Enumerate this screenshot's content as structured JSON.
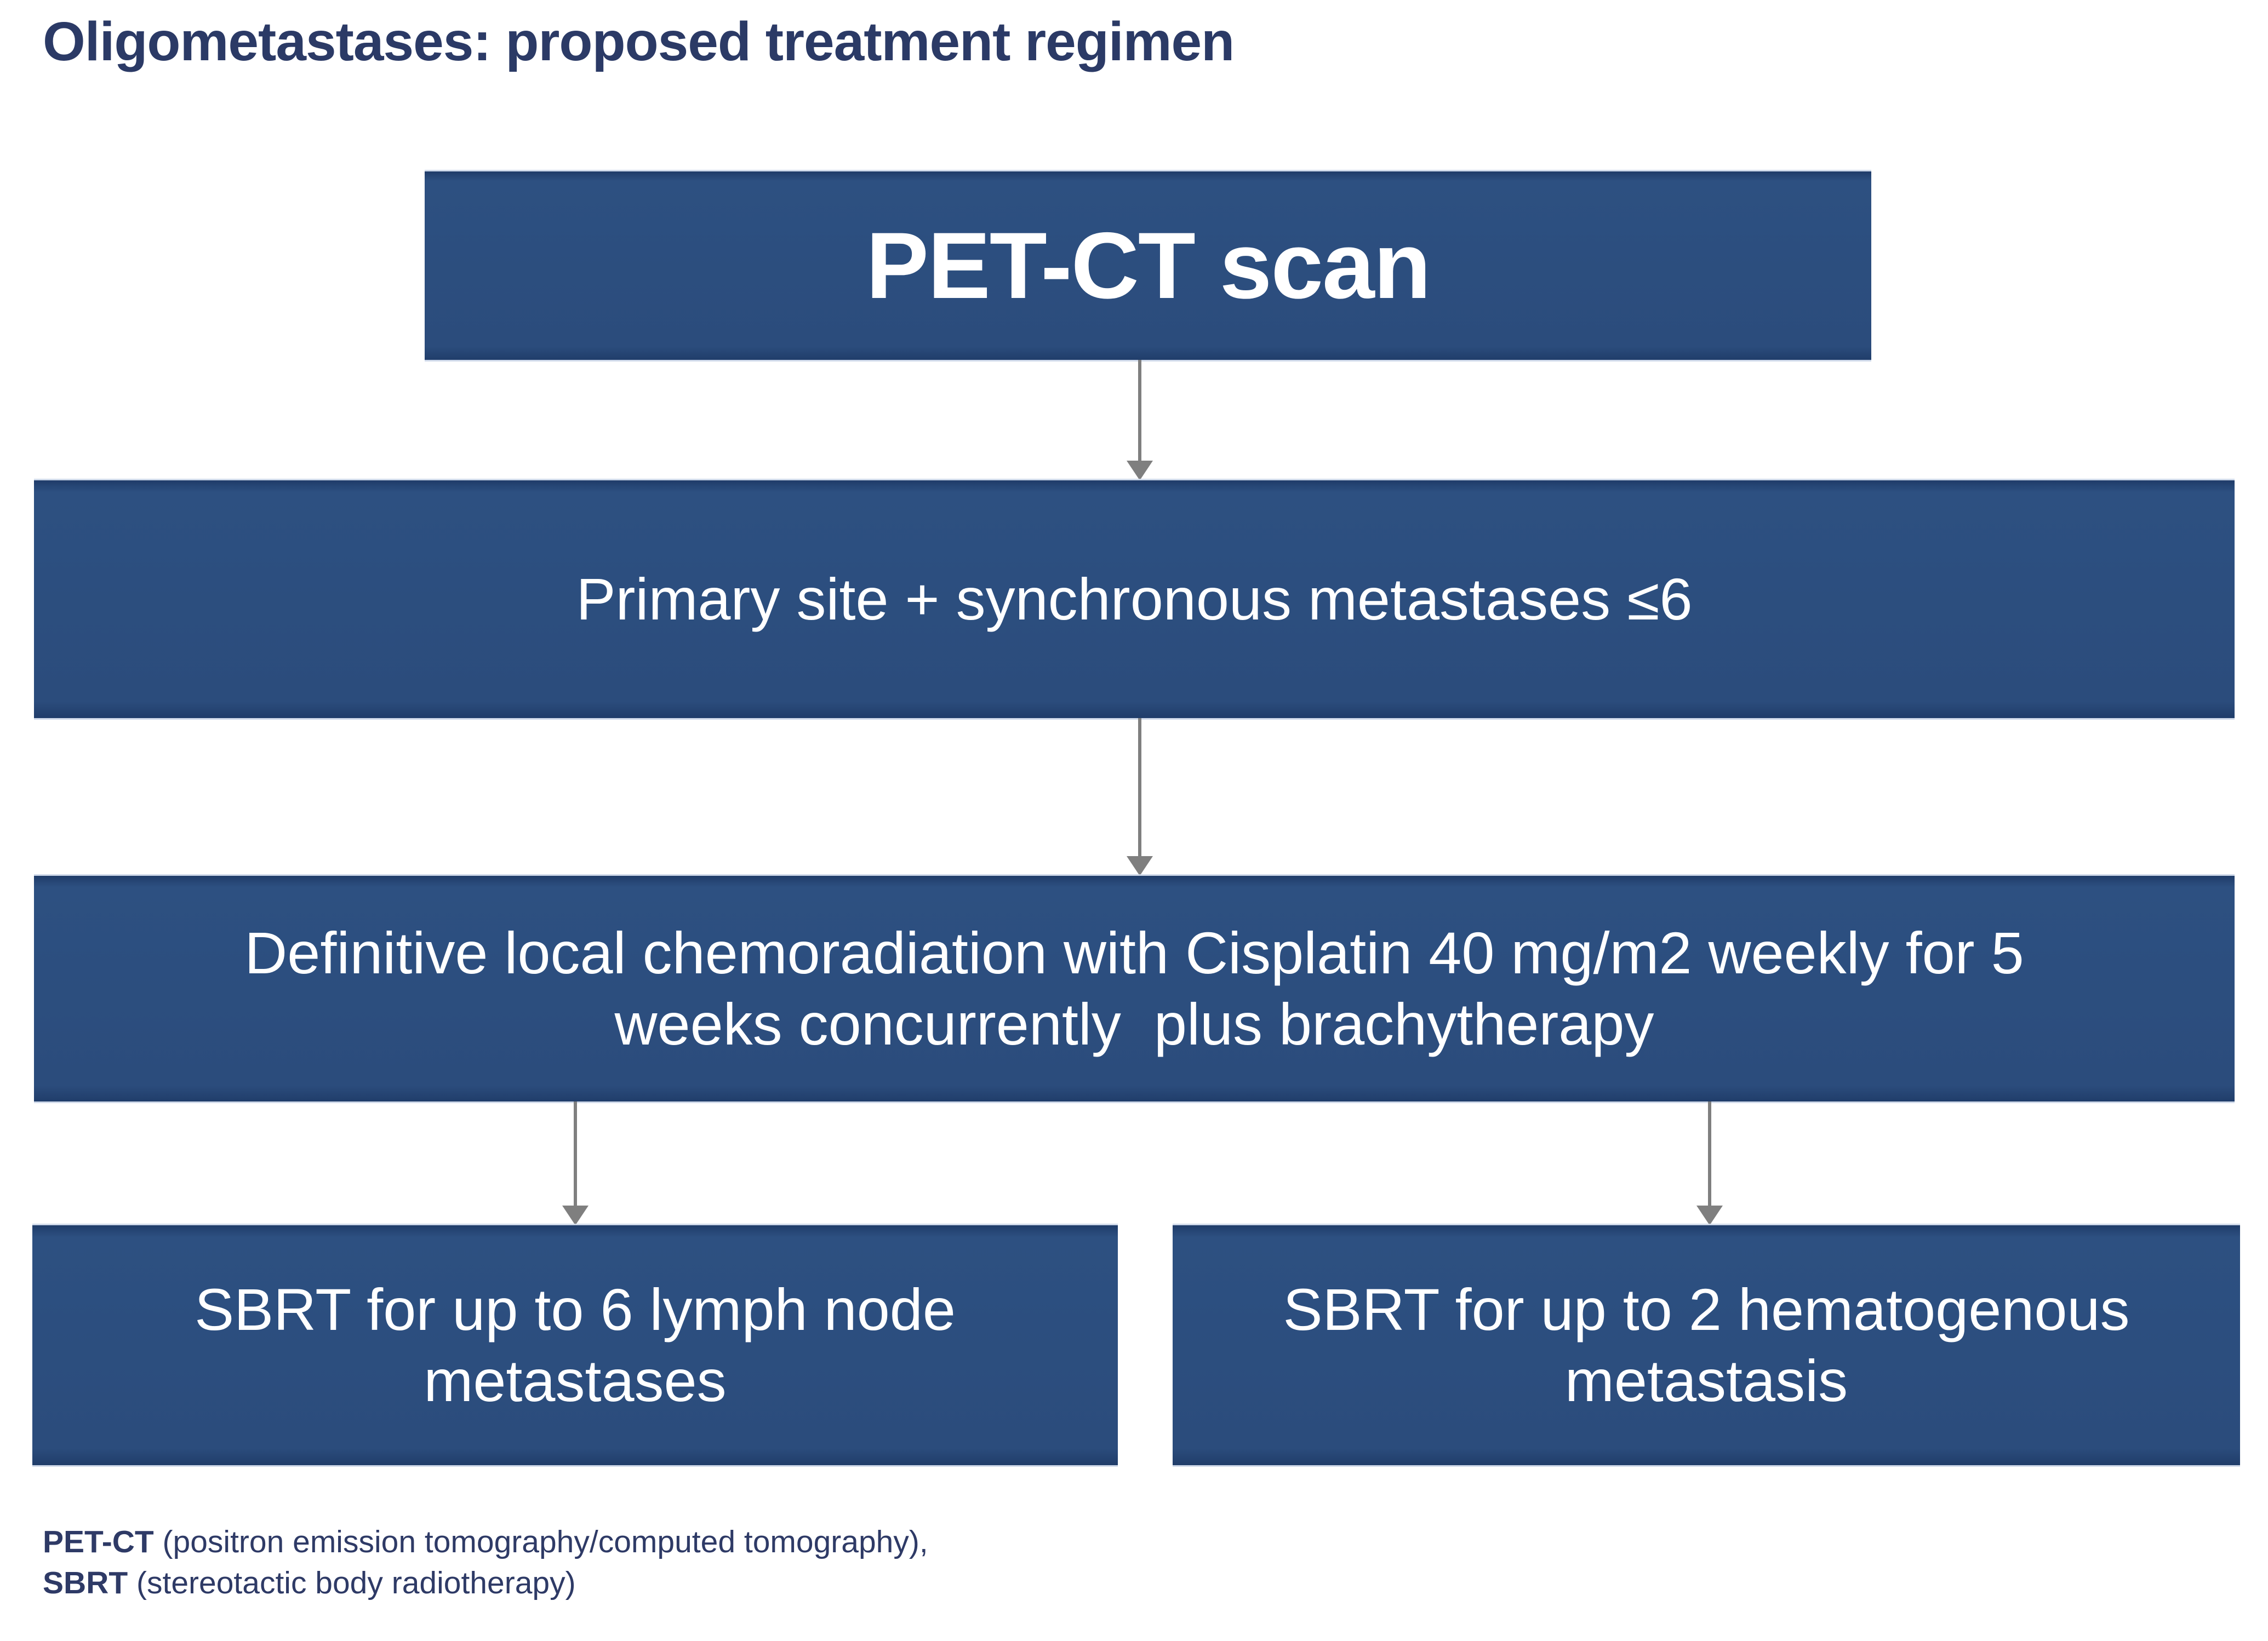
{
  "title": {
    "text": "Oligometastases: proposed treatment regimen"
  },
  "colors": {
    "background": "#ffffff",
    "box_fill": "#2b4c7d",
    "box_edge_dark": "#1f3c69",
    "box_text": "#ffffff",
    "title_text": "#2b3a66",
    "footnote_text": "#2e3a66",
    "arrow": "#7f7f7f"
  },
  "flow": {
    "petct": {
      "label": "PET-CT scan"
    },
    "primary": {
      "label": "Primary site + synchronous metastases ≤6"
    },
    "chemo": {
      "line1": "Definitive local chemoradiation with Cisplatin 40 mg/m2 weekly for 5",
      "line2": "weeks concurrently  plus brachytherapy"
    },
    "sbrt_lymph": {
      "line1": "SBRT for up to 6 lymph node",
      "line2": "metastases"
    },
    "sbrt_hema": {
      "line1": "SBRT for up to 2 hematogenous",
      "line2": "metastasis"
    }
  },
  "footnotes": [
    {
      "abbr": "PET-CT",
      "definition": " (positron emission tomography/computed tomography),"
    },
    {
      "abbr": "SBRT",
      "definition": " (stereotactic body radiotherapy)"
    }
  ]
}
